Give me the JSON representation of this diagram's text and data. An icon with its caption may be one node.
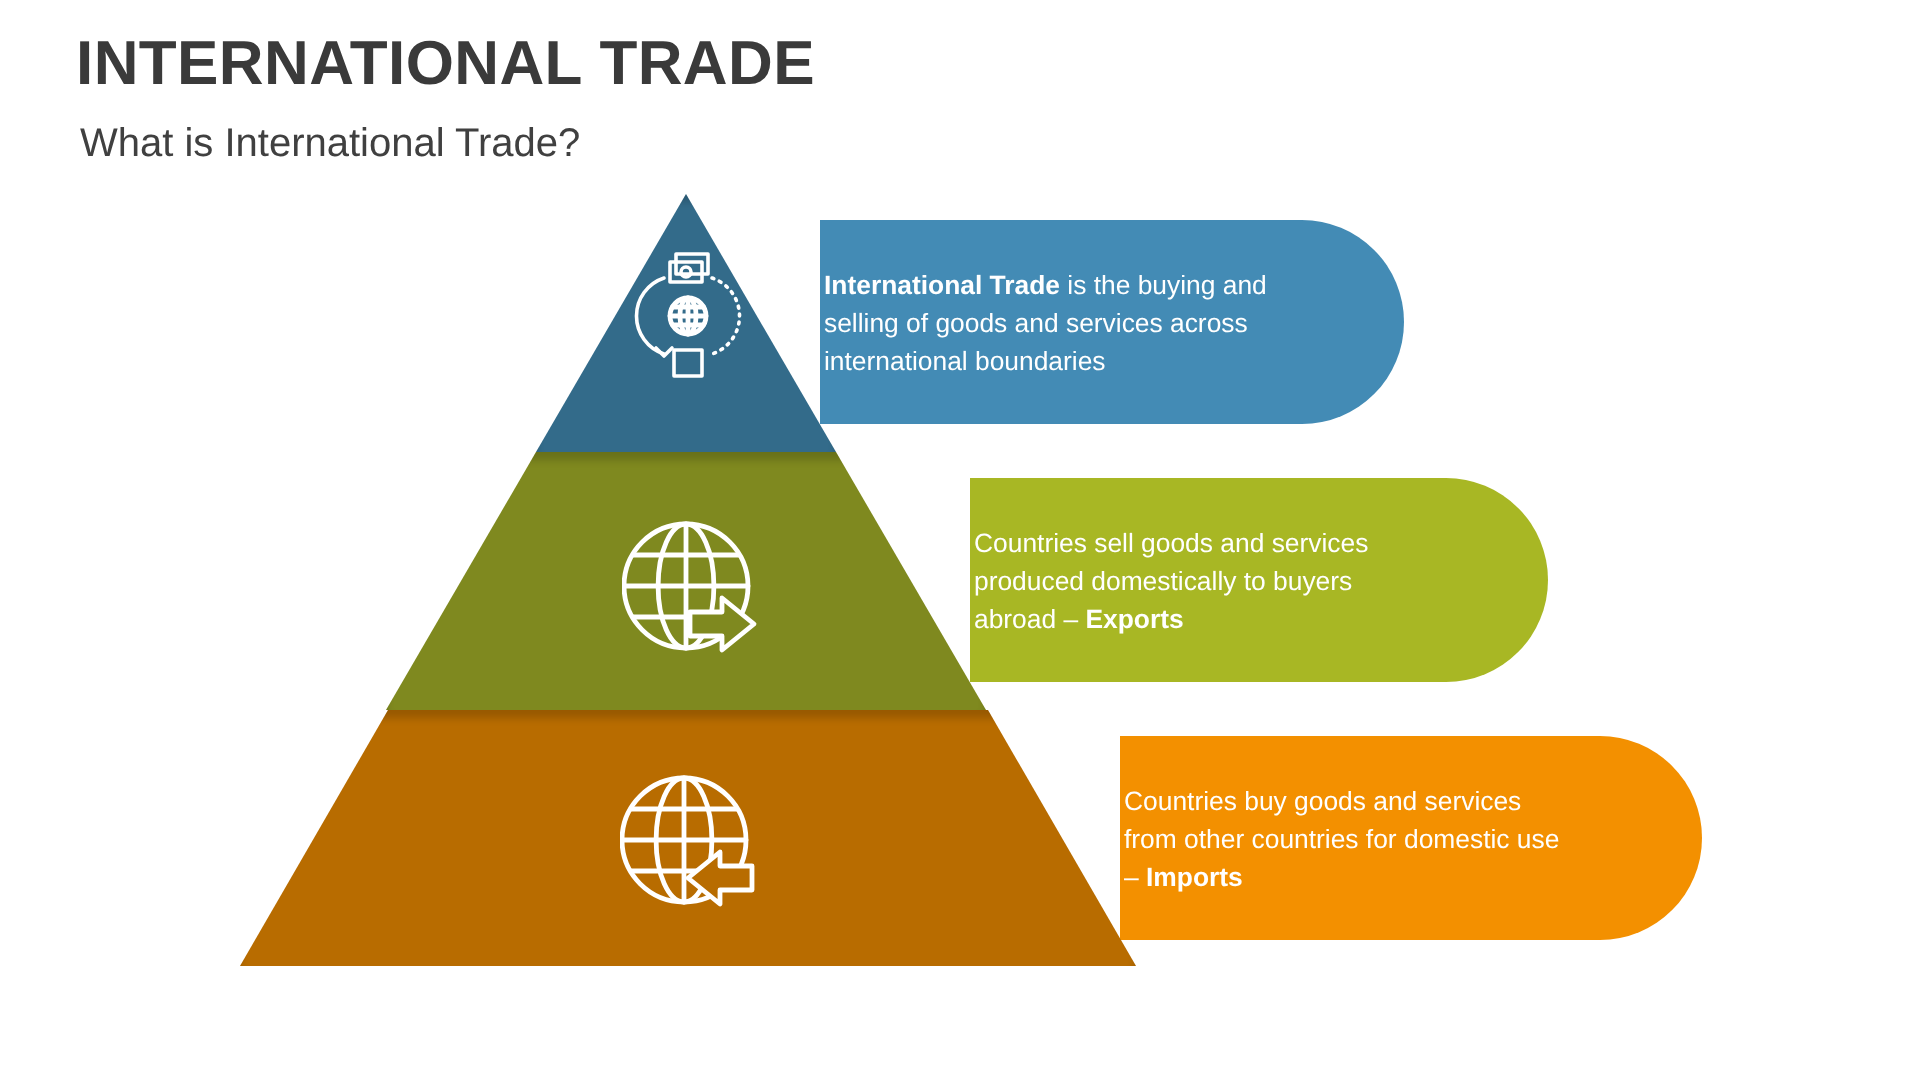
{
  "diagram": {
    "title": "INTERNATIONAL TRADE",
    "nodes": [
      {
        "text": [],
        "shape": "triangle"
      },
      {
        "text": [
          "**International Trade** is the buying and selling of goods and services across international boundaries"
        ]
      },
      {
        "text": [],
        "shape": "trapezoid"
      },
      {
        "text": [
          "Countries sell goods and services produced domestically to buyers abroad – **Exports**"
        ]
      },
      {
        "text": [],
        "shape": "trapezoid"
      },
      {
        "text": [
          "Countries buy goods and services from other countries for domestic use – **Imports**"
        ]
      }
    ],
    "edges": [],
    "labels": [
      "What is International Trade?"
    ]
  }
}
